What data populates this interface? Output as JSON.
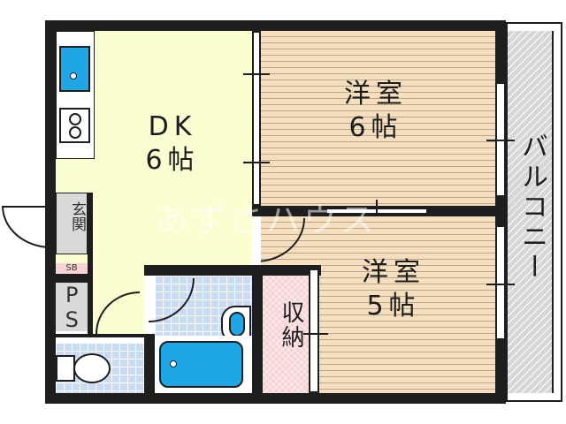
{
  "plan": {
    "rooms": {
      "dk": {
        "name": "DK",
        "size": "6帖"
      },
      "western1": {
        "name": "洋室",
        "size": "6帖"
      },
      "western2": {
        "name": "洋室",
        "size": "5帖"
      },
      "storage": {
        "name": "収納"
      },
      "entrance": {
        "name": "玄関"
      },
      "sb": {
        "name": "SB"
      },
      "ps": {
        "name": "PS"
      },
      "balcony": {
        "name": "バルコニー"
      }
    },
    "watermark": "あずさハウス",
    "colors": {
      "wall": "#1e1e1e",
      "dk_floor": "#fdfdd2",
      "wood_floor": "#f6dfbf",
      "tile_floor": "#c9daf5",
      "storage": "#f7d3d3",
      "balcony": "#d6d6d6",
      "fixture_blue": "#1ea6e6"
    }
  }
}
